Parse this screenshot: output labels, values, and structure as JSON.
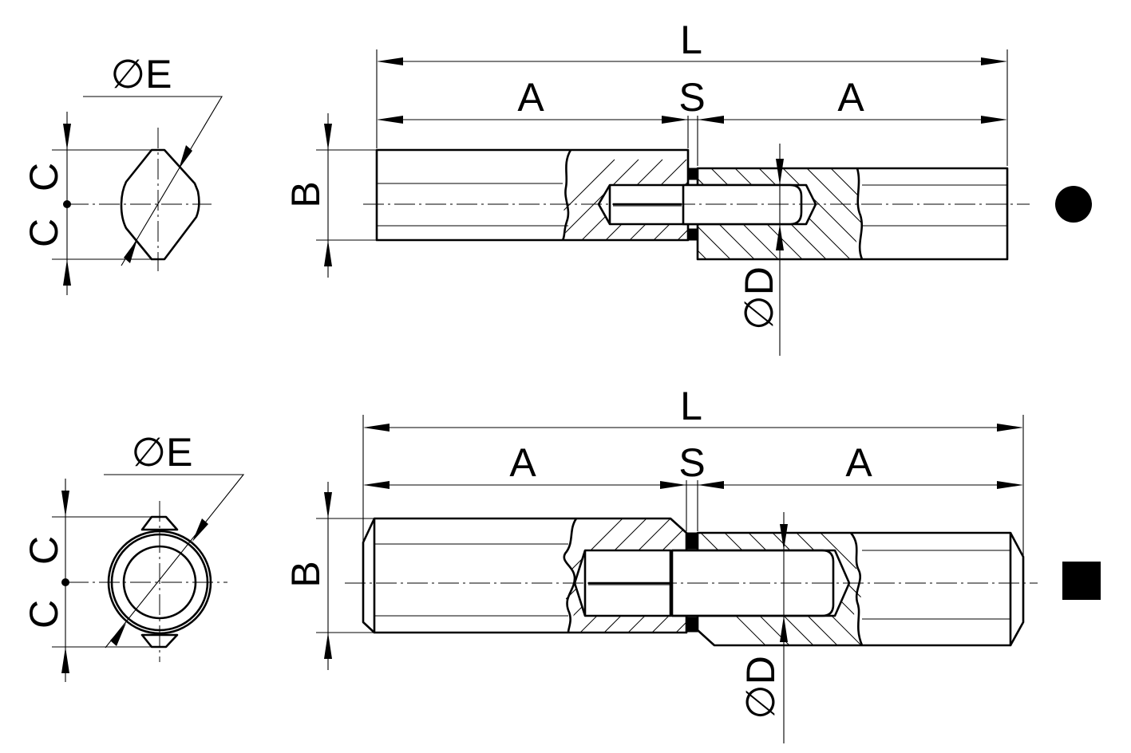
{
  "labels": {
    "length": "L",
    "section": "A",
    "gap": "S",
    "height": "B",
    "offset": "C",
    "pin_diameter": "∅D",
    "head_diameter": "∅E"
  },
  "symbols": {
    "top_variant": "filled-circle",
    "bottom_variant": "filled-square"
  }
}
